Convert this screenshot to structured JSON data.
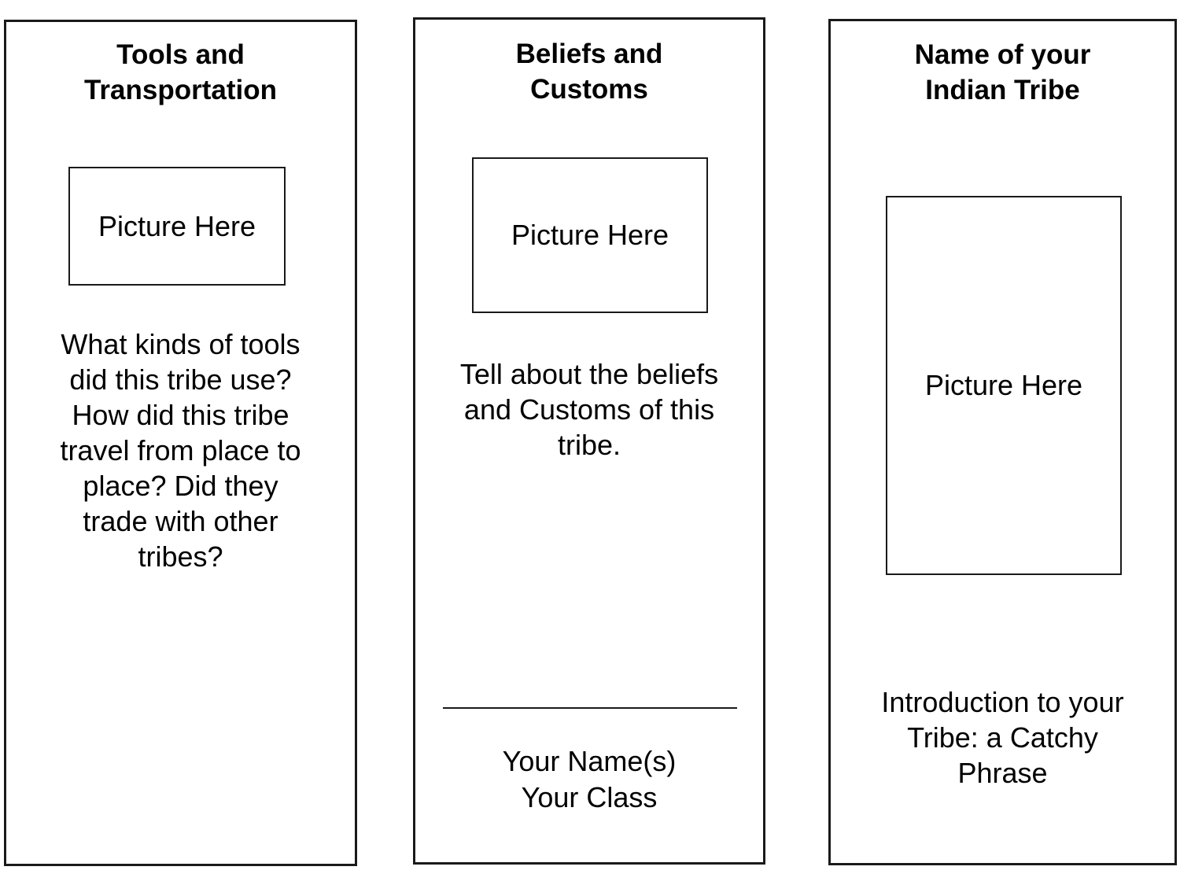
{
  "colors": {
    "background": "#ffffff",
    "ink": "#000000",
    "border": "#1a1a1a"
  },
  "panels": {
    "left": {
      "title": "Tools and\nTransportation",
      "picture_placeholder": "Picture Here",
      "body": "What kinds of tools\ndid this tribe use?\nHow did this tribe\ntravel from place to\nplace? Did they\ntrade with other\ntribes?"
    },
    "middle": {
      "title": "Beliefs and\nCustoms",
      "picture_placeholder": "Picture Here",
      "body": "Tell about the beliefs\nand Customs of this\ntribe.",
      "byline": "Your Name(s)\nYour Class"
    },
    "right": {
      "title": "Name of your\nIndian Tribe",
      "picture_placeholder": "Picture Here",
      "body": "Introduction to your\nTribe: a Catchy\nPhrase"
    }
  }
}
